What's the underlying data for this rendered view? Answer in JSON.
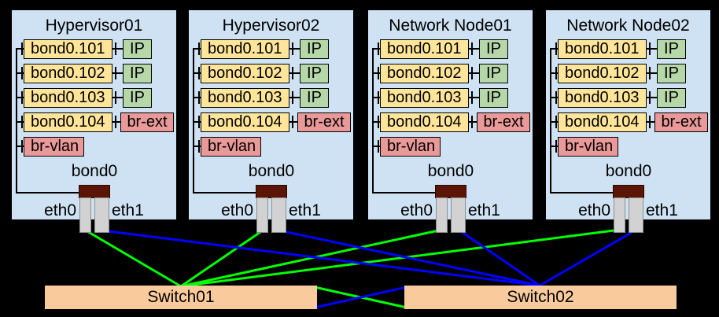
{
  "colors": {
    "background": "#000000",
    "node_fill": "#cfe2f3",
    "vlan_fill": "#ffe599",
    "ip_fill": "#b6d7a8",
    "bridge_fill": "#ea9999",
    "bond_fill": "#5b1505",
    "nic_fill": "#d2d2d2",
    "switch_fill": "#f9cb9c",
    "eth0_link_green": "#00ff00",
    "eth1_link_blue": "#0000ff"
  },
  "nodes": [
    {
      "title": "Hypervisor01",
      "rows": [
        {
          "label": "bond0.101",
          "attach": "IP"
        },
        {
          "label": "bond0.102",
          "attach": "IP"
        },
        {
          "label": "bond0.103",
          "attach": "IP"
        },
        {
          "label": "bond0.104",
          "attach": "br-ext"
        },
        {
          "label": "br-vlan"
        }
      ],
      "bond_label": "bond0",
      "nic_left": "eth0",
      "nic_right": "eth1"
    },
    {
      "title": "Hypervisor02",
      "rows": [
        {
          "label": "bond0.101",
          "attach": "IP"
        },
        {
          "label": "bond0.102",
          "attach": "IP"
        },
        {
          "label": "bond0.103",
          "attach": "IP"
        },
        {
          "label": "bond0.104",
          "attach": "br-ext"
        },
        {
          "label": "br-vlan"
        }
      ],
      "bond_label": "bond0",
      "nic_left": "eth0",
      "nic_right": "eth1"
    },
    {
      "title": "Network Node01",
      "rows": [
        {
          "label": "bond0.101",
          "attach": "IP"
        },
        {
          "label": "bond0.102",
          "attach": "IP"
        },
        {
          "label": "bond0.103",
          "attach": "IP"
        },
        {
          "label": "bond0.104",
          "attach": "br-ext"
        },
        {
          "label": "br-vlan"
        }
      ],
      "bond_label": "bond0",
      "nic_left": "eth0",
      "nic_right": "eth1"
    },
    {
      "title": "Network Node02",
      "rows": [
        {
          "label": "bond0.101",
          "attach": "IP"
        },
        {
          "label": "bond0.102",
          "attach": "IP"
        },
        {
          "label": "bond0.103",
          "attach": "IP"
        },
        {
          "label": "bond0.104",
          "attach": "br-ext"
        },
        {
          "label": "br-vlan"
        }
      ],
      "bond_label": "bond0",
      "nic_left": "eth0",
      "nic_right": "eth1"
    }
  ],
  "switches": [
    {
      "label": "Switch01"
    },
    {
      "label": "Switch02"
    }
  ],
  "connections": [
    {
      "from": "Hypervisor01/eth0",
      "to": "Switch01",
      "color": "green"
    },
    {
      "from": "Hypervisor01/eth1",
      "to": "Switch02",
      "color": "blue"
    },
    {
      "from": "Hypervisor02/eth0",
      "to": "Switch01",
      "color": "green"
    },
    {
      "from": "Hypervisor02/eth1",
      "to": "Switch02",
      "color": "blue"
    },
    {
      "from": "Network Node01/eth0",
      "to": "Switch01",
      "color": "green"
    },
    {
      "from": "Network Node01/eth1",
      "to": "Switch02",
      "color": "blue"
    },
    {
      "from": "Network Node02/eth0",
      "to": "Switch01",
      "color": "green"
    },
    {
      "from": "Network Node02/eth1",
      "to": "Switch02",
      "color": "blue"
    },
    {
      "from": "Switch01",
      "to": "Switch02",
      "color": "green"
    },
    {
      "from": "Switch01",
      "to": "Switch02",
      "color": "blue"
    }
  ]
}
